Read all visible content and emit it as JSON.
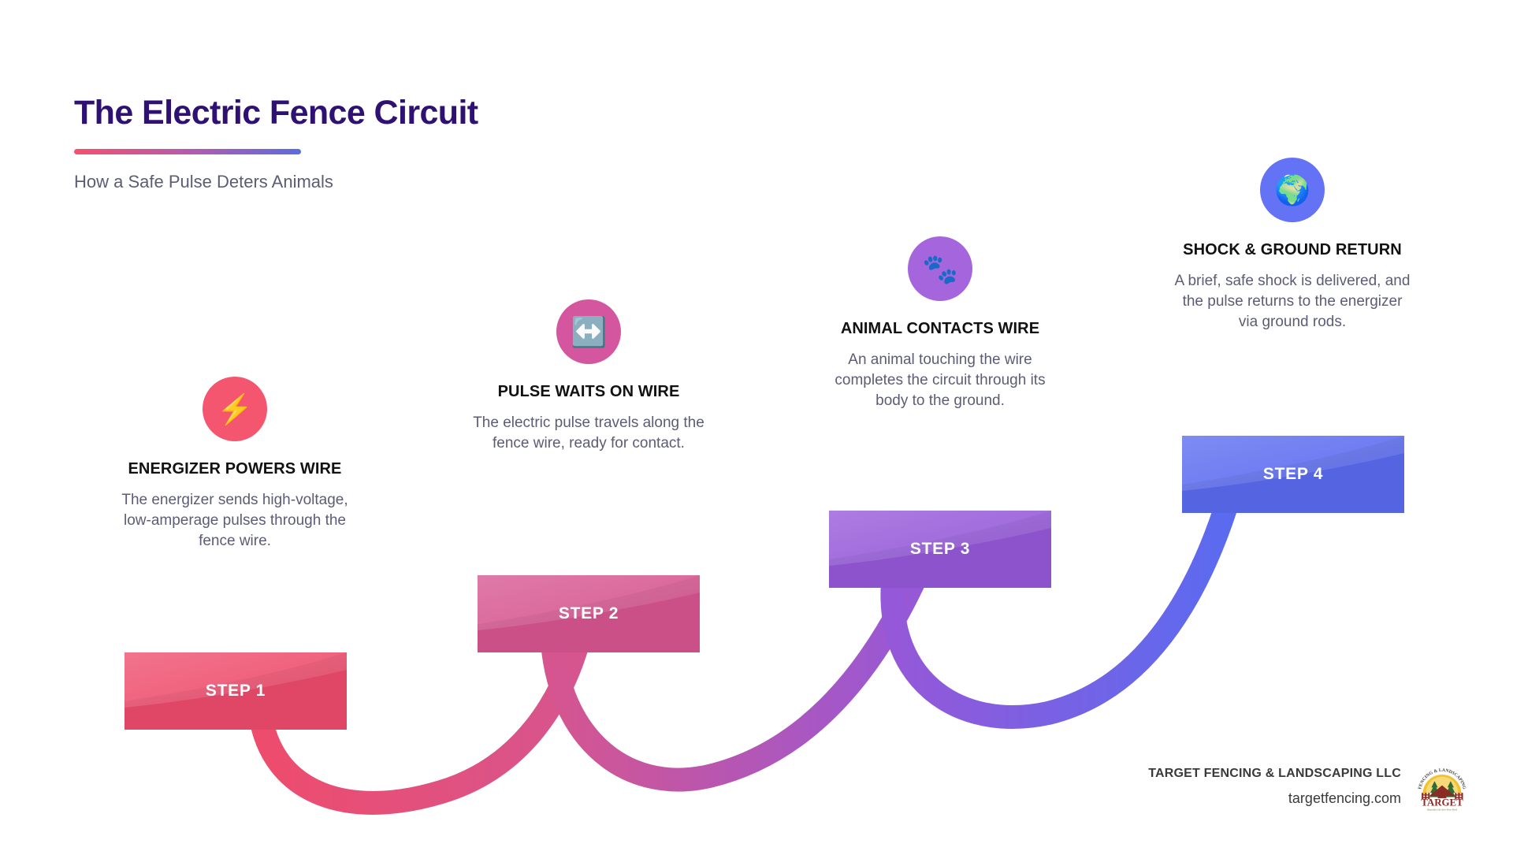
{
  "header": {
    "title": "The Electric Fence Circuit",
    "subtitle": "How a Safe Pulse Deters Animals",
    "rule_gradient_from": "#f74f6e",
    "rule_gradient_to": "#5b6ce0"
  },
  "steps": [
    {
      "icon": "⚡",
      "icon_name": "lightning-bolt-icon",
      "icon_bg": "#f4566f",
      "heading": "ENERGIZER POWERS WIRE",
      "body": "The energizer sends high-voltage, low-amperage pulses through the fence wire.",
      "banner_label": "STEP 1",
      "banner_color": "#ee4c6c"
    },
    {
      "icon": "↔️",
      "icon_name": "left-right-arrow-icon",
      "icon_bg": "#d3569e",
      "heading": "PULSE WAITS ON WIRE",
      "body": "The electric pulse travels along the fence wire, ready for contact.",
      "banner_label": "STEP 2",
      "banner_color": "#d6558f"
    },
    {
      "icon": "🐾",
      "icon_name": "paw-prints-icon",
      "icon_bg": "#a566dd",
      "heading": "ANIMAL CONTACTS WIRE",
      "body": "An animal touching the wire completes the circuit through its body to the ground.",
      "banner_label": "STEP 3",
      "banner_color": "#9558d8"
    },
    {
      "icon": "🌍",
      "icon_name": "globe-earth-icon",
      "icon_bg": "#6473f5",
      "heading": "SHOCK & GROUND RETURN",
      "body": "A brief, safe shock is delivered, and the pulse returns to the energizer via ground rods.",
      "banner_label": "STEP 4",
      "banner_color": "#5a6bf0"
    }
  ],
  "footer": {
    "company": "TARGET FENCING & LANDSCAPING LLC",
    "url": "targetfencing.com",
    "logo_name": "target-fencing-logo"
  }
}
